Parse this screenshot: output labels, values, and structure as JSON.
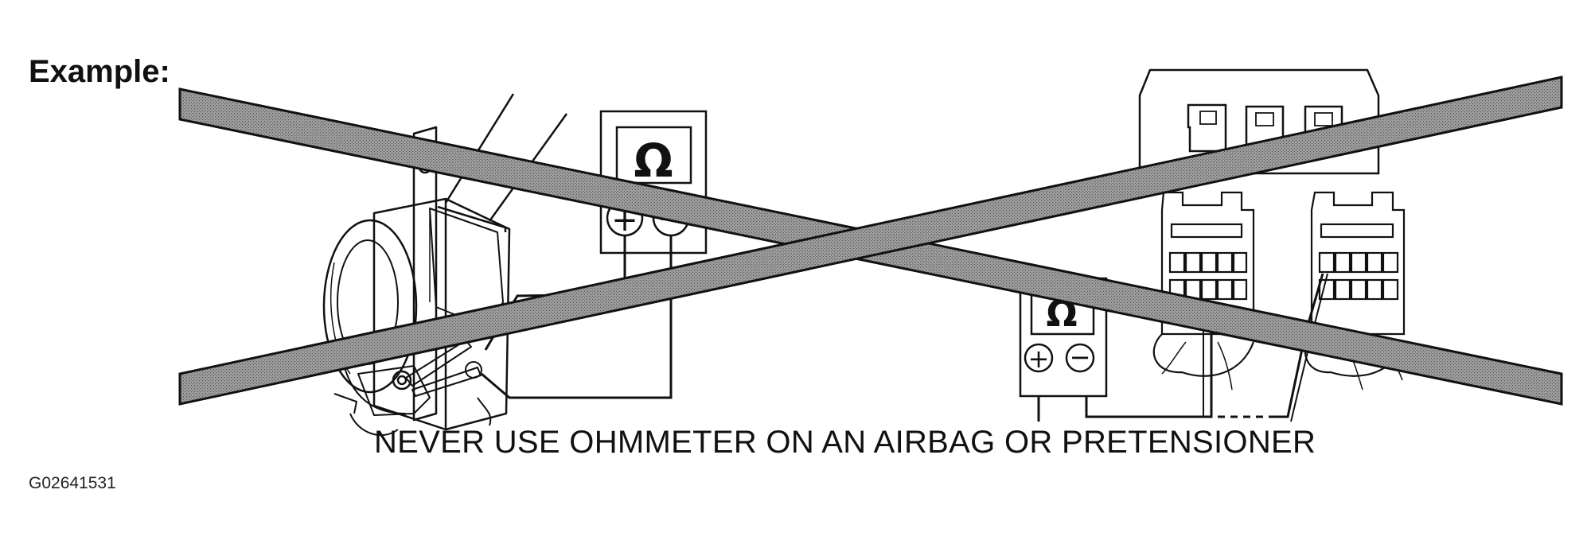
{
  "figure": {
    "example_label": "Example:",
    "warning_text": "NEVER USE OHMMETER ON AN AIRBAG OR PRETENSIONER",
    "figure_code": "G02641531",
    "ohm_symbol": "Ω",
    "plus_symbol": "+",
    "minus_symbol": "−"
  },
  "colors": {
    "line": "#111111",
    "cross_band_fill": "#8a8a8a",
    "cross_band_edge": "#111111",
    "background": "#ffffff"
  }
}
